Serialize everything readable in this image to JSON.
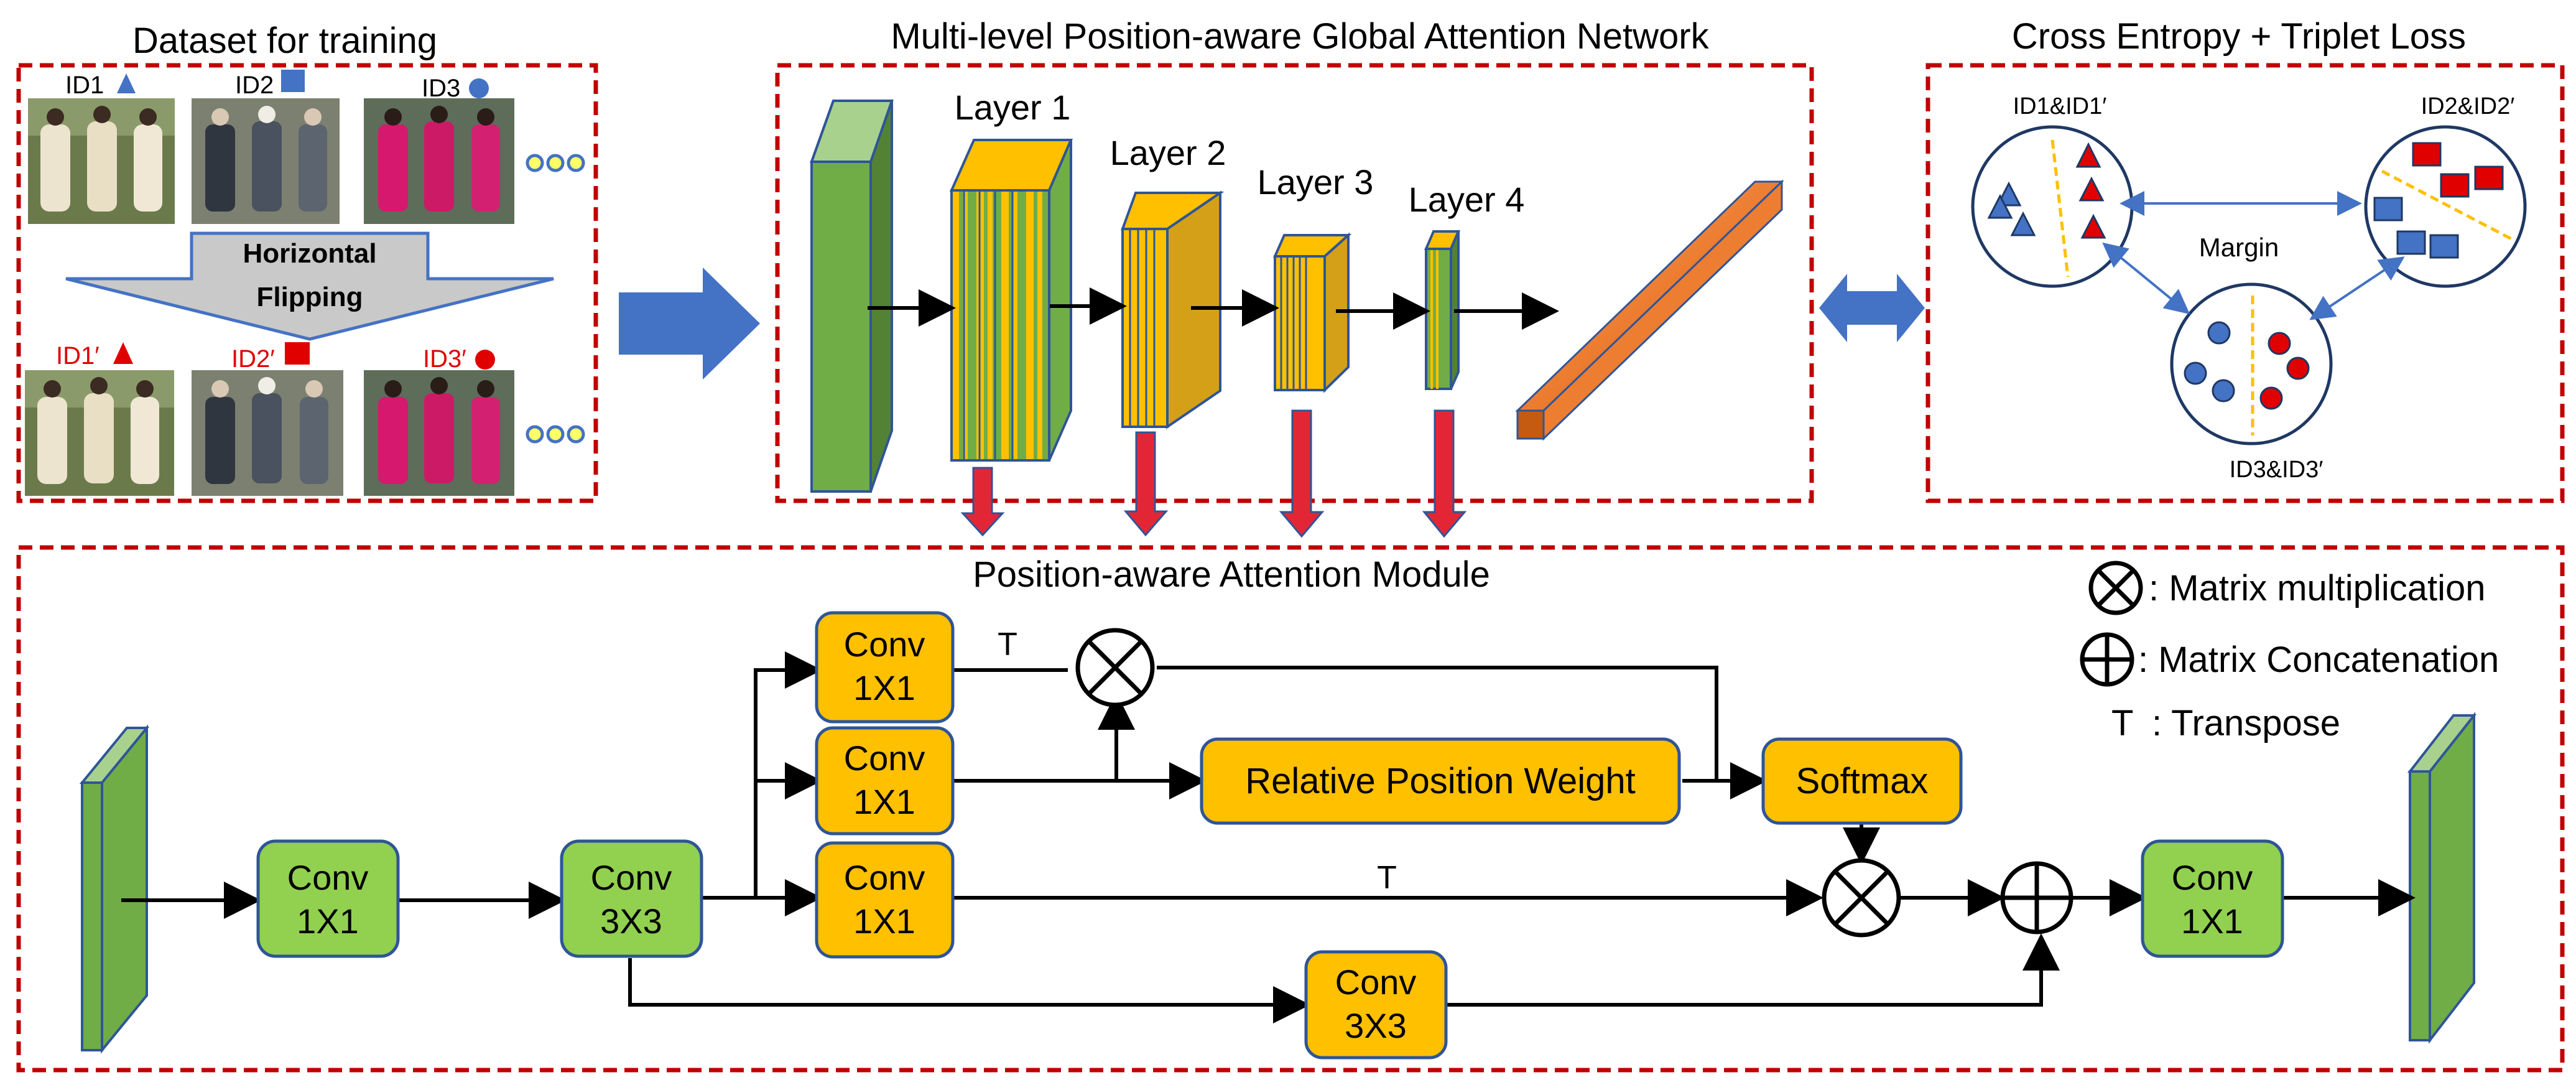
{
  "panels": {
    "dataset_title": "Dataset for training",
    "network_title": "Multi-level Position-aware Global Attention Network",
    "loss_title": "Cross Entropy + Triplet Loss",
    "module_title": "Position-aware Attention Module"
  },
  "dataset": {
    "ids_top": [
      "ID1",
      "ID2",
      "ID3"
    ],
    "ids_bottom": [
      "ID1′",
      "ID2′",
      "ID3′"
    ],
    "flip_line1": "Horizontal",
    "flip_line2": "Flipping"
  },
  "network": {
    "layers": [
      "Layer 1",
      "Layer 2",
      "Layer 3",
      "Layer 4"
    ]
  },
  "loss": {
    "pair1": "ID1&ID1′",
    "pair2": "ID2&ID2′",
    "pair3": "ID3&ID3′",
    "margin": "Margin"
  },
  "module": {
    "conv_line1": "Conv",
    "conv1x1": "1X1",
    "conv3x3": "3X3",
    "relative_position_weight": "Relative Position Weight",
    "softmax": "Softmax",
    "transpose_mark": "T"
  },
  "legend": {
    "mult": ": Matrix multiplication",
    "concat": ": Matrix Concatenation",
    "t_symbol": "T",
    "transpose": ": Transpose"
  },
  "colors": {
    "panel_border": "#c00000",
    "orange_box": "#ffc000",
    "green_box": "#92d050",
    "box_stroke": "#2f5597",
    "feature_green": "#70ad47",
    "arrow_blue": "#4472c4",
    "arrow_red": "#e32636",
    "id_red": "#e00000"
  }
}
